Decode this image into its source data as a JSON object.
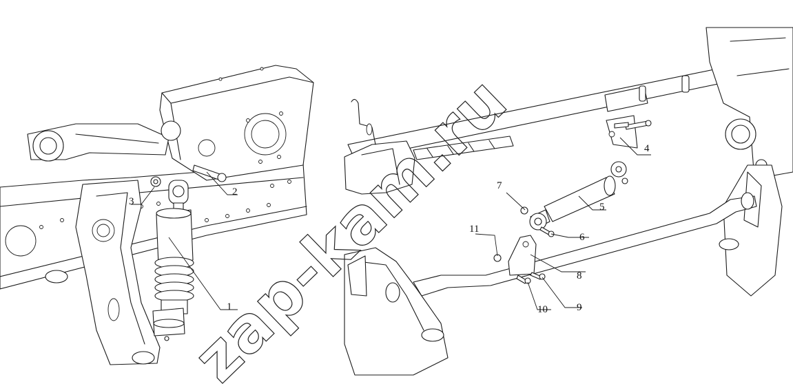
{
  "watermark": "zap-kam.ru",
  "callouts": [
    {
      "id": "1",
      "label": "1"
    },
    {
      "id": "2",
      "label": "2"
    },
    {
      "id": "3",
      "label": "3"
    },
    {
      "id": "4",
      "label": "4"
    },
    {
      "id": "5",
      "label": "5"
    },
    {
      "id": "6",
      "label": "6"
    },
    {
      "id": "7",
      "label": "7"
    },
    {
      "id": "8",
      "label": "8"
    },
    {
      "id": "9",
      "label": "9"
    },
    {
      "id": "10",
      "label": "10"
    },
    {
      "id": "11",
      "label": "11"
    }
  ]
}
